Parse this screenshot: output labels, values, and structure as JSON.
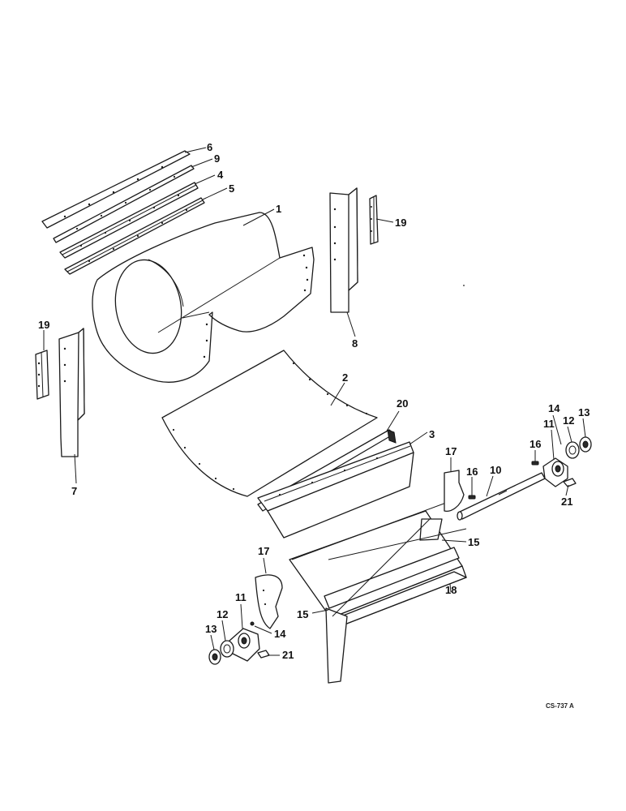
{
  "callouts": {
    "c1": "1",
    "c2": "2",
    "c3": "3",
    "c4": "4",
    "c5": "5",
    "c6": "6",
    "c7": "7",
    "c8": "8",
    "c9": "9",
    "c10": "10",
    "c11a": "11",
    "c11b": "11",
    "c12a": "12",
    "c12b": "12",
    "c13a": "13",
    "c13b": "13",
    "c14a": "14",
    "c14b": "14",
    "c15a": "15",
    "c15b": "15",
    "c16": "16",
    "c17a": "17",
    "c17b": "17",
    "c18": "18",
    "c19a": "19",
    "c19b": "19",
    "c20": "20",
    "c21a": "21",
    "c21b": "21"
  },
  "figure_ref": "CS-737 A"
}
